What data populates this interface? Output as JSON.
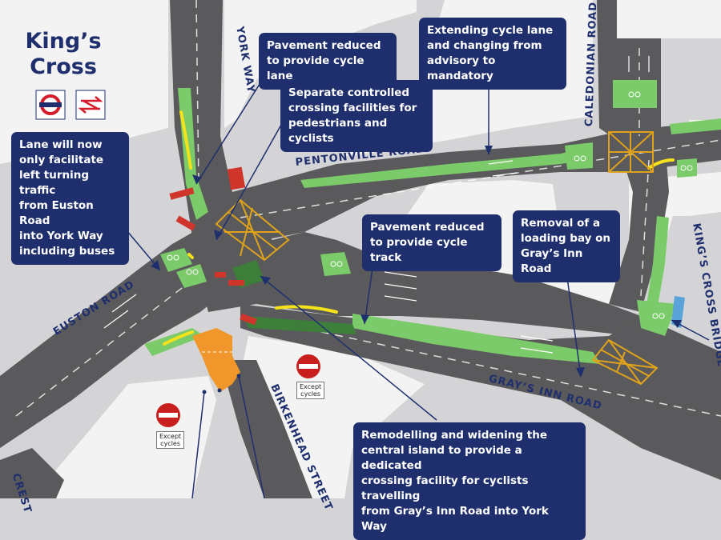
{
  "title": "King’s\nCross",
  "road_labels": {
    "york_way": "YORK WAY",
    "caledonian_road": "CALEDONIAN ROAD",
    "pentonville_road": "PENTONVILLE ROAD",
    "euston_road": "EUSTON ROAD",
    "kings_cross_bridge": "KING’S CROSS BRIDGE",
    "grays_inn_road": "GRAY’S INN ROAD",
    "birkenhead_street": "BIRKENHEAD STREET",
    "crest": "CREST"
  },
  "callouts": {
    "pavement_cycle_lane": "Pavement reduced\nto provide cycle lane",
    "extending_cycle_lane": "Extending cycle lane\nand changing from\nadvisory to mandatory",
    "separate_crossing": "Separate controlled\ncrossing facilities for\npedestrians and cyclists",
    "lane_left_turn": "Lane will now\nonly facilitate\nleft turning traffic\nfrom Euston Road\ninto York Way\nincluding buses",
    "pavement_cycle_track": "Pavement reduced\nto provide cycle track",
    "loading_bay": "Removal of a\nloading bay on\nGray’s Inn Road",
    "remodelling_island": "Remodelling and widening the\ncentral island to provide a dedicated\ncrossing facility for cyclists travelling\nfrom Gray’s Inn Road into York Way"
  },
  "signs": {
    "except_cycles_right": "Except\ncycles",
    "except_cycles_left": "Except\ncycles"
  },
  "colors": {
    "callout_bg": "#1f2f6e",
    "road": "#5a5a5c",
    "pavement": "#d4d4d6",
    "building": "#f3f3f3",
    "cycle_lane": "#7ccb6a",
    "cycle_track_dark": "#3d7f3a",
    "box_junction": "#e0a21a",
    "island": "#f0962a",
    "crossing": "#d0352b",
    "no_entry": "#c81e1e",
    "tfl_blue": "#1f2f6e",
    "tfl_red": "#d51c2a",
    "pedestrian_blue": "#5aa3d8"
  },
  "icons": {
    "underground": "london-underground-roundel-icon",
    "national_rail": "national-rail-double-arrow-icon",
    "no_entry": "no-entry-sign-icon",
    "cycle": "bicycle-symbol-icon"
  }
}
